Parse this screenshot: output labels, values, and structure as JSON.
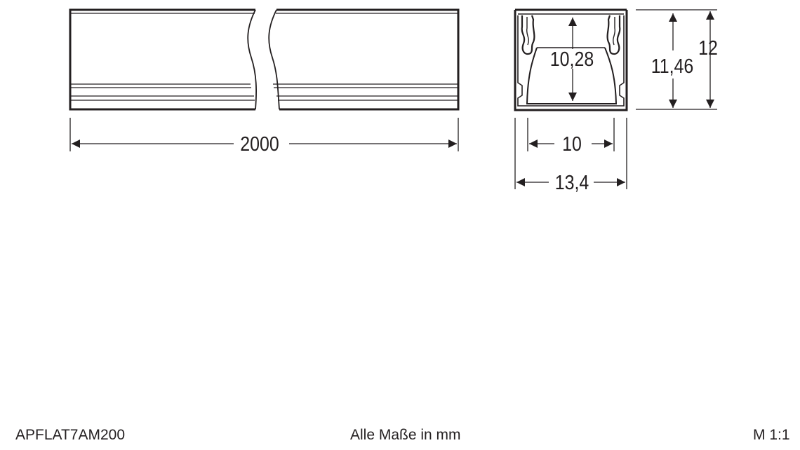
{
  "drawing": {
    "dimensions": {
      "length": "2000",
      "inner_height": "10,28",
      "inner_width": "10",
      "outer_width": "13,4",
      "profile_height": "11,46",
      "total_height": "12"
    }
  },
  "footer": {
    "article_number": "APFLAT7AM200",
    "units_note": "Alle Maße in mm",
    "scale": "M 1:1"
  },
  "colors": {
    "line": "#231f20",
    "background": "#ffffff"
  }
}
